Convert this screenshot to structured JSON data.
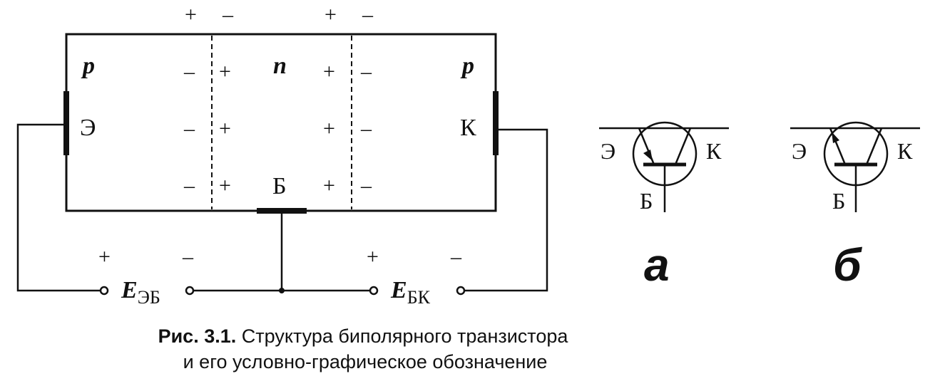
{
  "structure": {
    "region_left": "p",
    "region_middle": "n",
    "region_right": "p",
    "emitter_label": "Э",
    "collector_label": "К",
    "base_label": "Б",
    "plus": "+",
    "minus": "–",
    "source_eb_main": "E",
    "source_eb_sub": "ЭБ",
    "source_bk_main": "E",
    "source_bk_sub": "БК"
  },
  "symbols": {
    "a": {
      "emitter": "Э",
      "collector": "К",
      "base": "Б",
      "caption": "а"
    },
    "b": {
      "emitter": "Э",
      "collector": "К",
      "base": "Б",
      "caption": "б"
    }
  },
  "caption": {
    "label": "Рис. 3.1.",
    "line1": "Структура биполярного транзистора",
    "line2": "и его условно-графическое обозначение"
  }
}
